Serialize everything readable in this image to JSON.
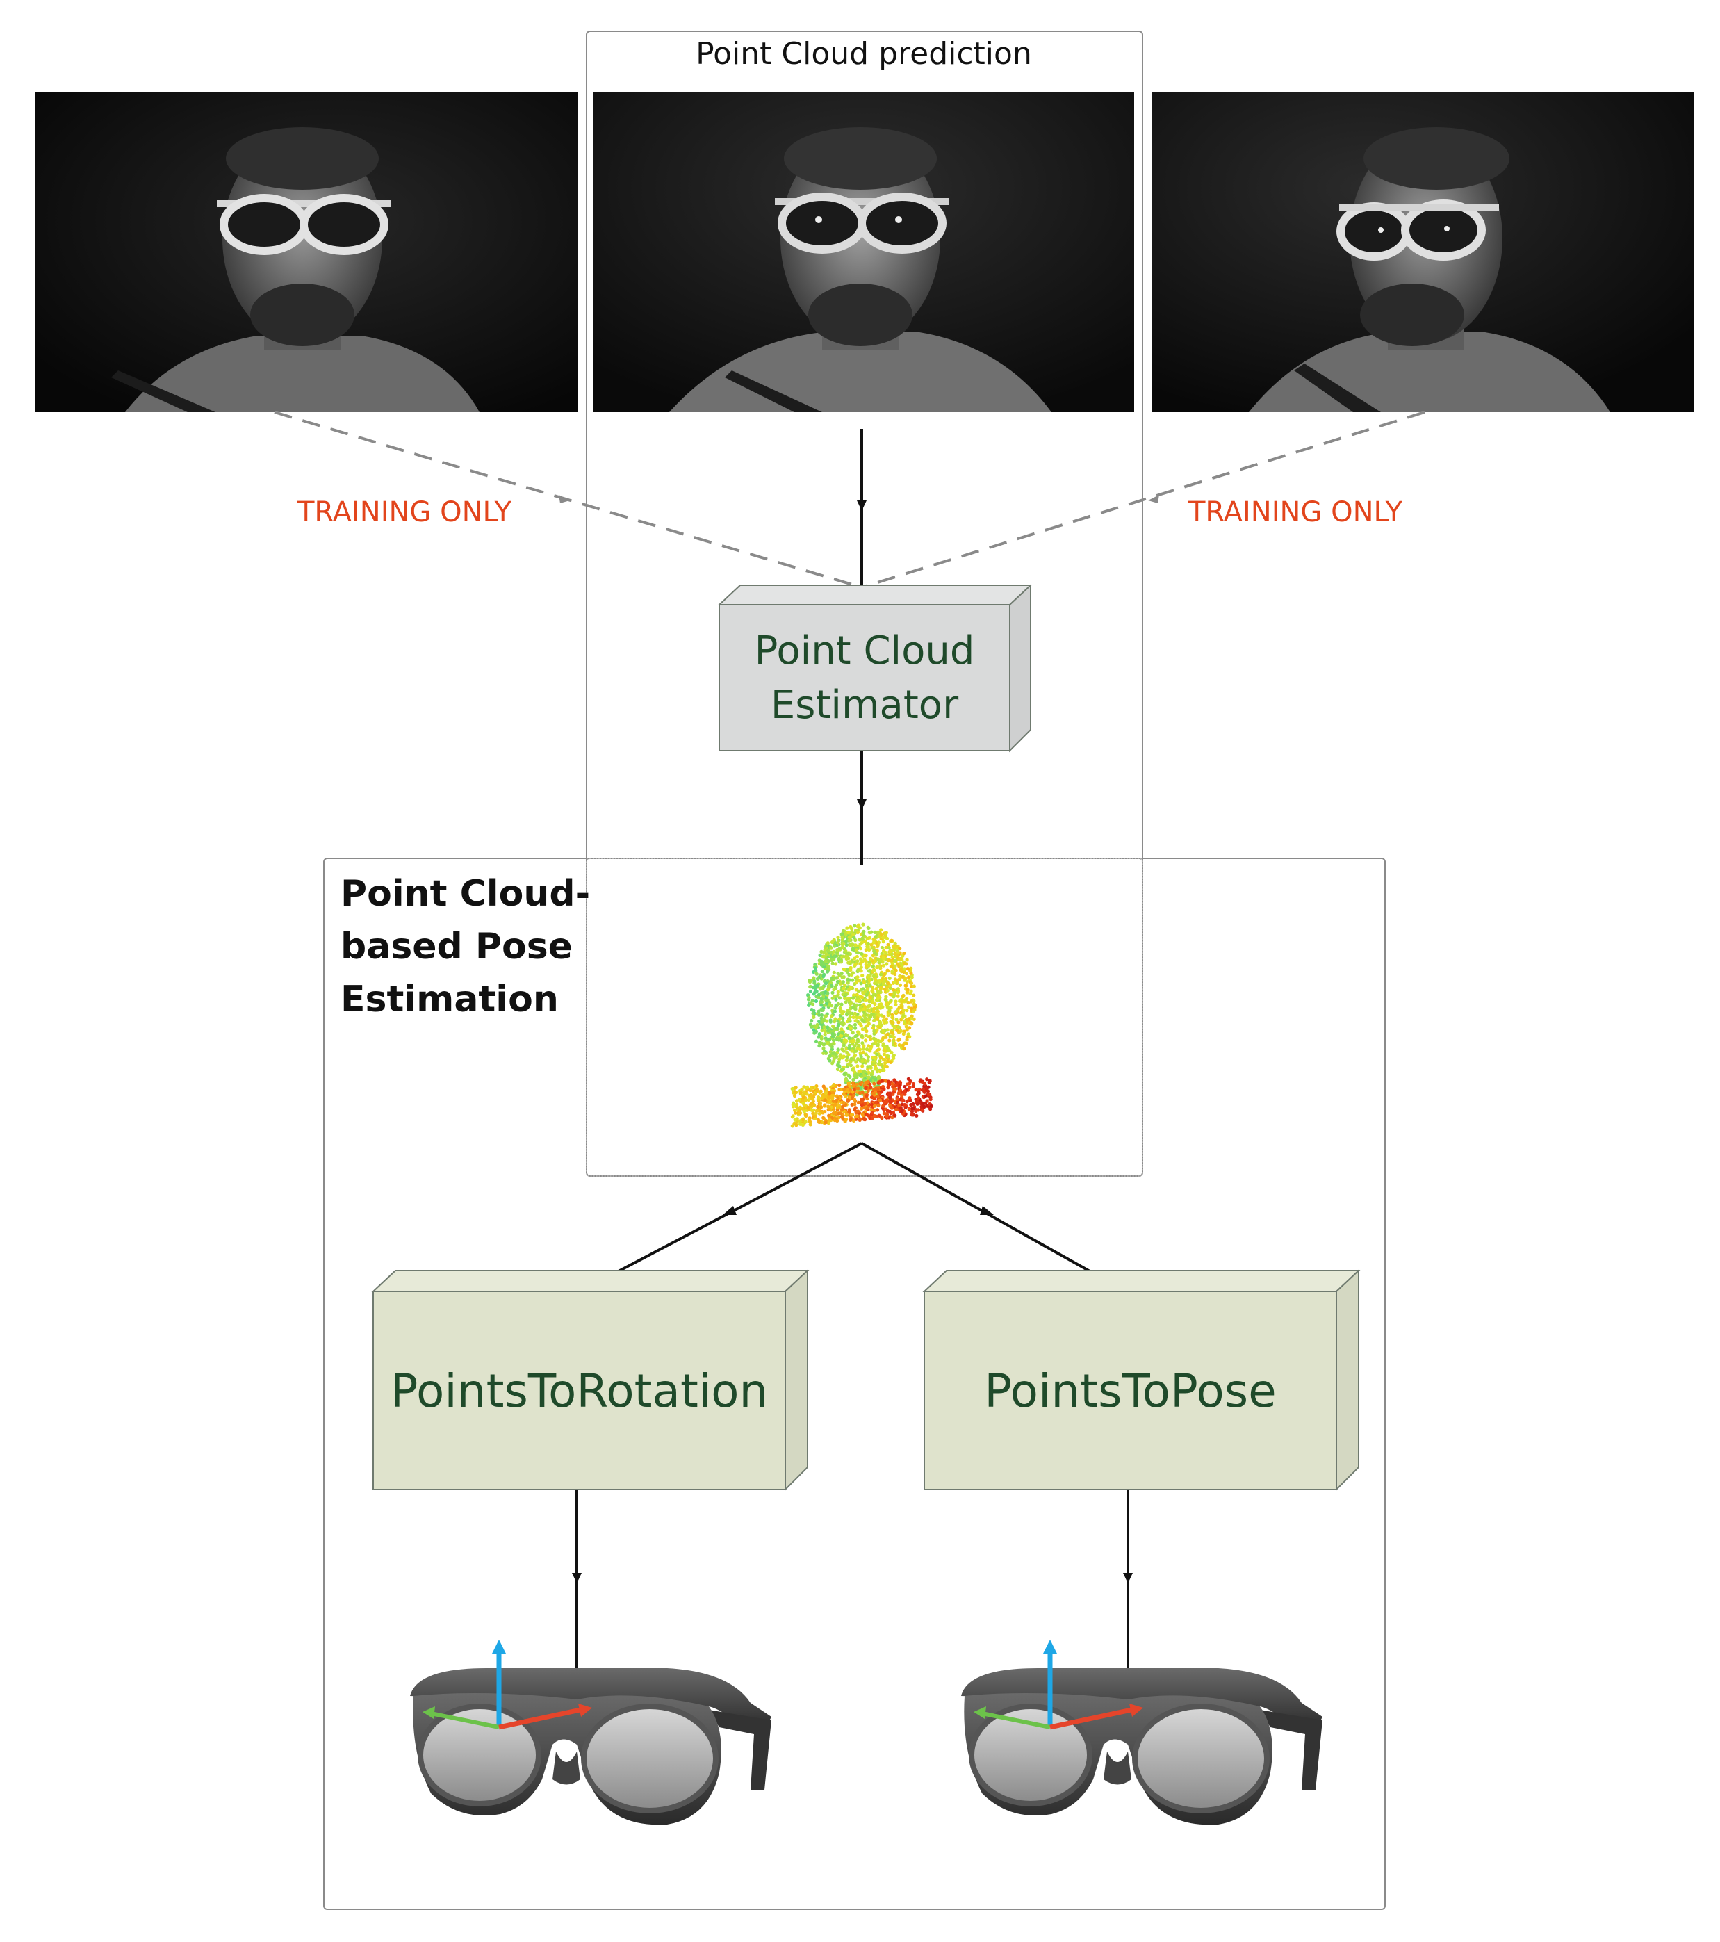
{
  "top_box": {
    "title": "Point Cloud prediction"
  },
  "left_annotation": "TRAINING ONLY",
  "right_annotation": "TRAINING ONLY",
  "estimator": {
    "line1": "Point Cloud",
    "line2": "Estimator"
  },
  "pose_section": {
    "line1": "Point Cloud-",
    "line2": "based Pose",
    "line3": "Estimation"
  },
  "rotation_block": {
    "label": "PointsToRotation"
  },
  "pose_block": {
    "label": "PointsToPose"
  },
  "colors": {
    "training_text": "#e2451c",
    "estimator_fill": "#d9dada",
    "block_fill": "#dfe3cc",
    "block_text": "#1f4a2a",
    "axis_up": "#1ea7e6",
    "axis_left": "#6cc24a",
    "axis_right": "#e5452b"
  },
  "icons": [
    "face-photo",
    "point-cloud",
    "ar-glasses",
    "xyz-axes"
  ]
}
